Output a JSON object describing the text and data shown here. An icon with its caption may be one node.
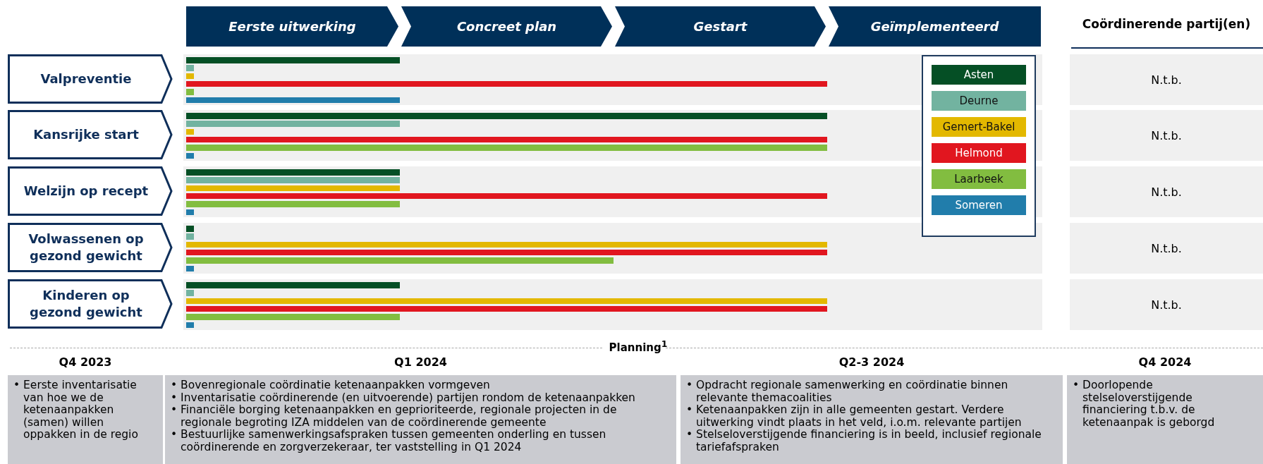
{
  "diagram": {
    "nodes": [
      {
        "text": [
          "Eerste uitwerking"
        ]
      },
      {
        "text": [
          "Concreet plan"
        ]
      },
      {
        "text": [
          "Gestart"
        ]
      },
      {
        "text": [
          "Geïmplementeerd"
        ]
      },
      {
        "text": [
          "Valpreventie"
        ]
      },
      {
        "text": [
          "N.t.b."
        ]
      },
      {
        "text": [
          "Kansrijke start"
        ]
      },
      {
        "text": [
          "N.t.b."
        ]
      },
      {
        "text": [
          "Welzijn op recept"
        ]
      },
      {
        "text": [
          "N.t.b."
        ]
      },
      {
        "text": [
          "Volwassenen op gezond gewicht"
        ]
      },
      {
        "text": [
          "N.t.b."
        ]
      },
      {
        "text": [
          "Kinderen op gezond gewicht"
        ]
      },
      {
        "text": [
          "N.t.b."
        ]
      },
      {
        "text": [
          "Q4 2023",
          "• Eerste inventarisatie van hoe we de ketenaanpakken (samen) willen oppakken in de regio"
        ]
      },
      {
        "text": [
          "Q1 2024",
          "• Bovenregionale coördinatie ketenaanpakken vormgeven",
          "• Inventarisatie coördinerende (en uitvoerende) partijen rondom de ketenaanpakken",
          "• Financiële borging ketenaanpakken en geprioriteerde, regionale projecten in de regionale begroting IZA middelen van de coördinerende gemeente",
          "• Bestuurlijke samenwerkingsafspraken tussen gemeenten onderling en tussen coördinerende en zorgverzekeraar, ter vaststelling in Q1 2024"
        ]
      },
      {
        "text": [
          "Q2-3 2024",
          "• Opdracht regionale samenwerking en coördinatie binnen relevante themacoalities",
          "• Ketenaanpakken zijn in alle gemeenten gestart. Verdere uitwerking vindt plaats in het veld, i.o.m. relevante partijen",
          "• Stelseloverstijgende financiering is in beeld, inclusief regionale tariefafspraken"
        ]
      },
      {
        "text": [
          "Q4 2024",
          "• Doorlopende stelseloverstijgende financiering t.b.v. de ketenaanpak is geborgd"
        ]
      }
    ],
    "labels": [
      "Coördinerende partij(en)",
      "Planning$^{1}$"
    ],
    "legend": [
      {
        "text": "Asten",
        "color": "#054f25"
      },
      {
        "text": "Deurne",
        "color": "#72b3a0"
      },
      {
        "text": "Gemert-Bakel",
        "color": "#e3b800"
      },
      {
        "text": "Helmond",
        "color": "#e1161f"
      },
      {
        "text": "Laarbeek",
        "color": "#82bd40"
      },
      {
        "text": "Someren",
        "color": "#217dab"
      }
    ]
  }
}
